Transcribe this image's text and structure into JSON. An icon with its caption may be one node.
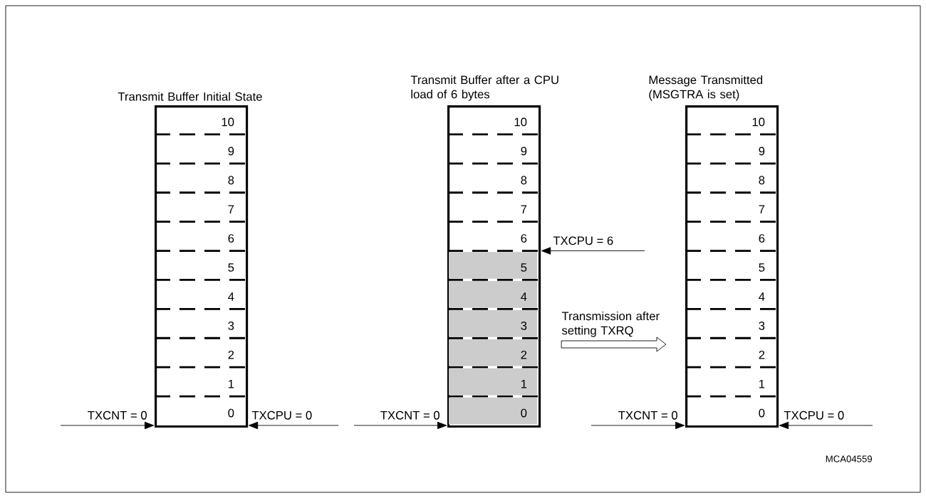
{
  "diagram": {
    "nodes": [
      {
        "text": [
          "Transmit Buffer Initial State"
        ]
      },
      {
        "text": [
          "10"
        ],
        "in": 0
      },
      {
        "text": [
          "9"
        ],
        "in": 0
      },
      {
        "text": [
          "8"
        ],
        "in": 0
      },
      {
        "text": [
          "7"
        ],
        "in": 0
      },
      {
        "text": [
          "6"
        ],
        "in": 0
      },
      {
        "text": [
          "5"
        ],
        "in": 0
      },
      {
        "text": [
          "4"
        ],
        "in": 0
      },
      {
        "text": [
          "3"
        ],
        "in": 0
      },
      {
        "text": [
          "2"
        ],
        "in": 0
      },
      {
        "text": [
          "1"
        ],
        "in": 0
      },
      {
        "text": [
          "0"
        ],
        "in": 0
      },
      {
        "text": [
          "Transmit Buffer after a CPU load of 6 bytes"
        ]
      },
      {
        "text": [
          "10"
        ],
        "in": 12
      },
      {
        "text": [
          "9"
        ],
        "in": 12
      },
      {
        "text": [
          "8"
        ],
        "in": 12
      },
      {
        "text": [
          "7"
        ],
        "in": 12
      },
      {
        "text": [
          "6"
        ],
        "in": 12
      },
      {
        "text": [
          "5"
        ],
        "in": 12
      },
      {
        "text": [
          "4"
        ],
        "in": 12
      },
      {
        "text": [
          "3"
        ],
        "in": 12
      },
      {
        "text": [
          "2"
        ],
        "in": 12
      },
      {
        "text": [
          "1"
        ],
        "in": 12
      },
      {
        "text": [
          "0"
        ],
        "in": 12
      },
      {
        "text": [
          "Message Transmitted (MSGTRA is set)"
        ]
      },
      {
        "text": [
          "10"
        ],
        "in": 24
      },
      {
        "text": [
          "9"
        ],
        "in": 24
      },
      {
        "text": [
          "8"
        ],
        "in": 24
      },
      {
        "text": [
          "7"
        ],
        "in": 24
      },
      {
        "text": [
          "6"
        ],
        "in": 24
      },
      {
        "text": [
          "5"
        ],
        "in": 24
      },
      {
        "text": [
          "4"
        ],
        "in": 24
      },
      {
        "text": [
          "3"
        ],
        "in": 24
      },
      {
        "text": [
          "2"
        ],
        "in": 24
      },
      {
        "text": [
          "1"
        ],
        "in": 24
      },
      {
        "text": [
          "0"
        ],
        "in": 24
      }
    ],
    "edges": [
      {
        "from": null,
        "to": 0,
        "arrow": "to",
        "label": "TXCNT = 0"
      },
      {
        "from": null,
        "to": 0,
        "arrow": "to",
        "label": "TXCPU = 0"
      },
      {
        "from": null,
        "to": 12,
        "arrow": "to",
        "label": "TXCNT = 0"
      },
      {
        "from": null,
        "to": 12,
        "arrow": "to",
        "label": "TXCPU = 6"
      },
      {
        "from": 12,
        "to": 24,
        "arrow": "to",
        "label": "Transmission after setting TXRQ",
        "style": "thick"
      },
      {
        "from": null,
        "to": 24,
        "arrow": "to",
        "label": "TXCNT = 0"
      },
      {
        "from": null,
        "to": 24,
        "arrow": "to",
        "label": "TXCPU = 0"
      }
    ],
    "labels": [
      "MCA04559"
    ]
  }
}
